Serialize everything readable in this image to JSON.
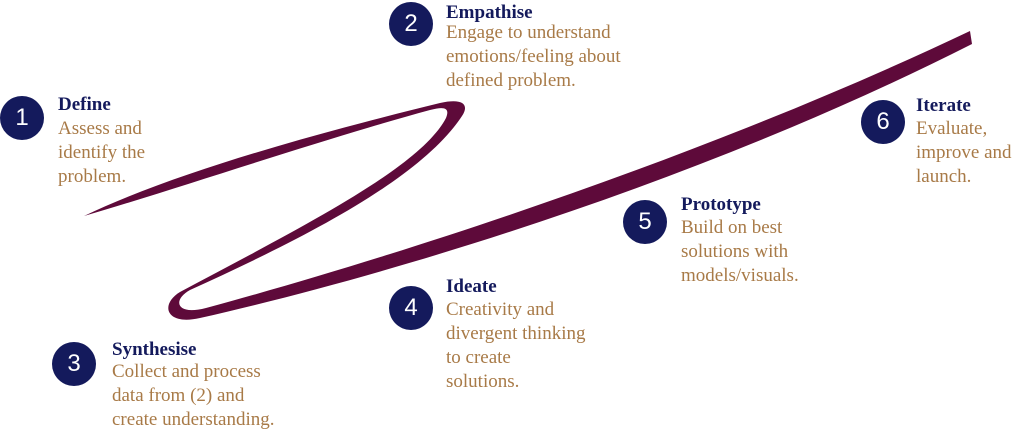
{
  "colors": {
    "ribbon": "#5e0a3a",
    "badge": "#141a5c",
    "title": "#141a5c",
    "description": "#a87a47"
  },
  "steps": [
    {
      "number": "1",
      "title": "Define",
      "lines": [
        "Assess and",
        "identify the",
        "problem."
      ]
    },
    {
      "number": "2",
      "title": "Empathise",
      "lines": [
        "Engage to understand",
        "emotions/feeling about",
        "defined problem."
      ]
    },
    {
      "number": "3",
      "title": "Synthesise",
      "lines": [
        "Collect and process",
        "data from (2) and",
        "create understanding."
      ]
    },
    {
      "number": "4",
      "title": "Ideate",
      "lines": [
        "Creativity and",
        "divergent thinking",
        "to create",
        "solutions."
      ]
    },
    {
      "number": "5",
      "title": "Prototype",
      "lines": [
        "Build on best",
        "solutions with",
        "models/visuals."
      ]
    },
    {
      "number": "6",
      "title": "Iterate",
      "lines": [
        "Evaluate,",
        "improve and",
        "launch."
      ]
    }
  ]
}
